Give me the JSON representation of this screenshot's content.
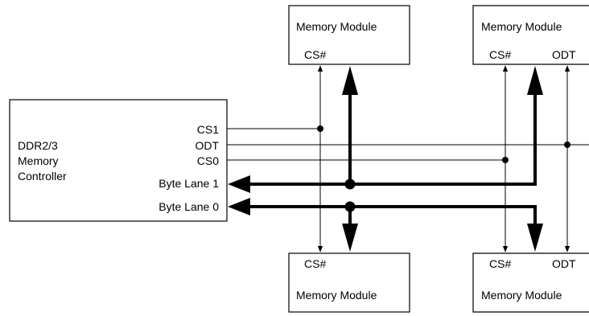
{
  "controller": {
    "name_lines": [
      "DDR2/3",
      "Memory",
      "Controller"
    ],
    "signals": {
      "cs1": "CS1",
      "odt": "ODT",
      "cs0": "CS0",
      "byte_lane_1": "Byte Lane 1",
      "byte_lane_0": "Byte Lane 0"
    }
  },
  "modules": {
    "top_left": {
      "title": "Memory Module",
      "pins": [
        "CS#"
      ]
    },
    "top_right": {
      "title": "Memory Module",
      "pins": [
        "CS#",
        "ODT"
      ]
    },
    "bottom_left": {
      "title": "Memory Module",
      "pins": [
        "CS#"
      ]
    },
    "bottom_right": {
      "title": "Memory Module",
      "pins": [
        "CS#",
        "ODT"
      ]
    }
  },
  "colors": {
    "line": "#000000",
    "background": "#ffffff"
  }
}
